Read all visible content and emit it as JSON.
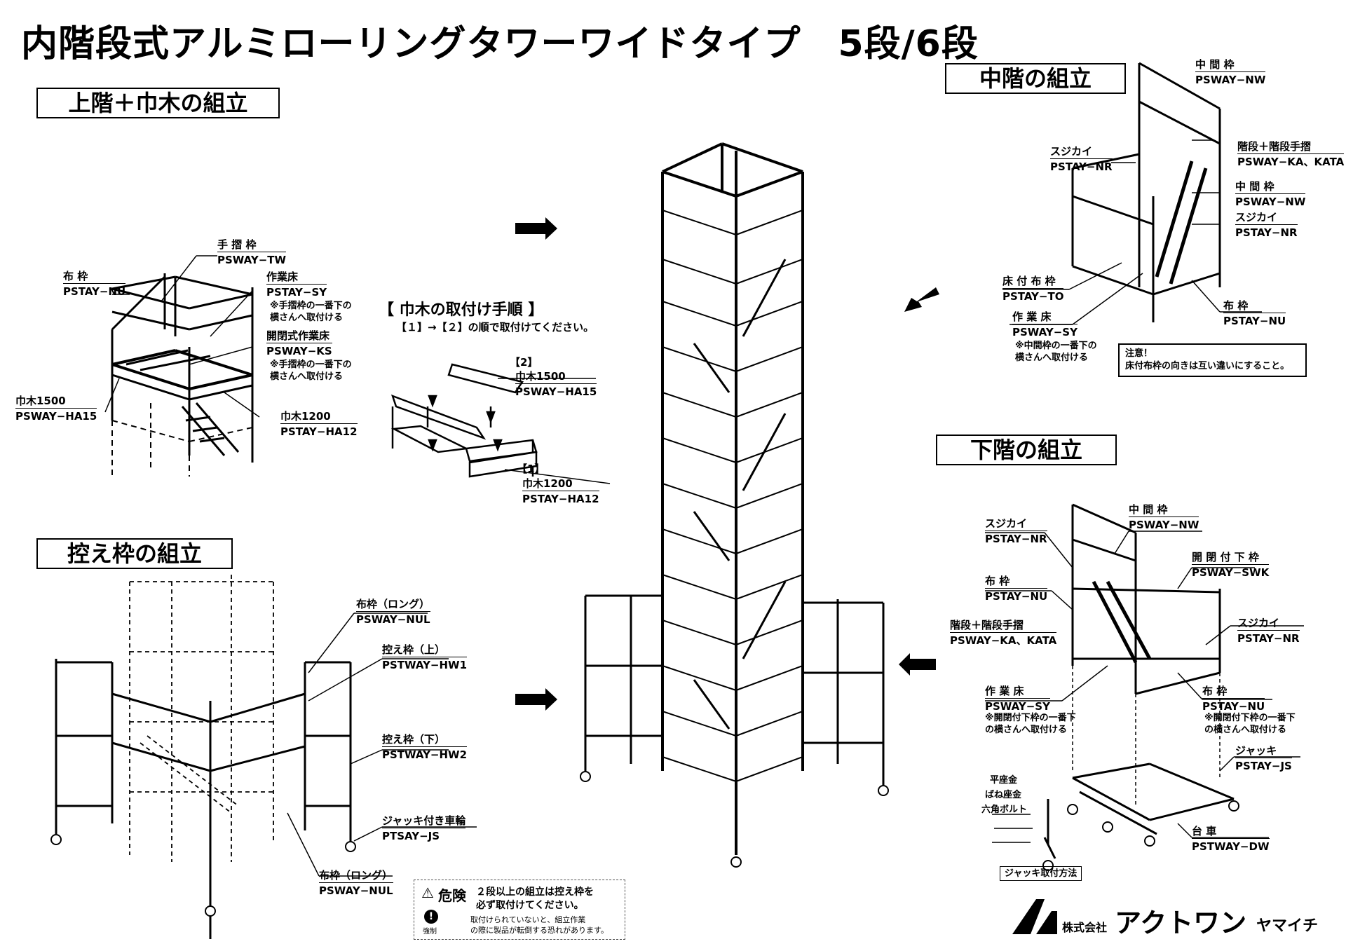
{
  "title": "内階段式アルミローリングタワーワイドタイプ　5段/6段",
  "sections": {
    "upper": "上階＋巾木の組立",
    "brace": "控え枠の組立",
    "middle": "中階の組立",
    "lower": "下階の組立"
  },
  "upper_labels": {
    "nuwaku": {
      "name": "布 枠",
      "code": "PSTAY−NU"
    },
    "tesuri": {
      "name": "手 摺 枠",
      "code": "PSWAY−TW"
    },
    "sagyou": {
      "name": "作業床",
      "code": "PSTAY−SY",
      "note1": "※手摺枠の一番下の",
      "note2": "横さんへ取付ける"
    },
    "kaihei": {
      "name": "開閉式作業床",
      "code": "PSWAY−KS",
      "note1": "※手摺枠の一番下の",
      "note2": "横さんへ取付ける"
    },
    "habaki1500": {
      "name": "巾木1500",
      "code": "PSWAY−HA15"
    },
    "habaki1200": {
      "name": "巾木1200",
      "code": "PSTAY−HA12"
    }
  },
  "procedure": {
    "title": "【 巾木の取付け手順 】",
    "subtitle": "【１】→【２】の順で取付けてください。",
    "step2": {
      "tag": "【2】",
      "name": "巾木1500",
      "code": "PSWAY−HA15"
    },
    "step1": {
      "tag": "【1】",
      "name": "巾木1200",
      "code": "PSTAY−HA12"
    }
  },
  "brace_labels": {
    "nulong_top": {
      "name": "布枠（ロング）",
      "code": "PSWAY−NUL"
    },
    "hw1": {
      "name": "控え枠（上）",
      "code": "PSTWAY−HW1"
    },
    "hw2": {
      "name": "控え枠（下）",
      "code": "PSTWAY−HW2"
    },
    "js": {
      "name": "ジャッキ付き車輪",
      "code": "PTSAY−JS"
    },
    "nulong_bottom": {
      "name": "布枠（ロング）",
      "code": "PSWAY−NUL"
    }
  },
  "middle_labels": {
    "nw_top": {
      "name": "中 間 枠",
      "code": "PSWAY−NW"
    },
    "kaidan": {
      "name": "階段＋階段手摺",
      "code": "PSWAY−KA、KATA"
    },
    "suji_left": {
      "name": "スジカイ",
      "code": "PSTAY−NR"
    },
    "nw_mid": {
      "name": "中 間 枠",
      "code": "PSWAY−NW"
    },
    "suji_right": {
      "name": "スジカイ",
      "code": "PSTAY−NR"
    },
    "yuka": {
      "name": "床 付 布 枠",
      "code": "PSTAY−TO"
    },
    "nu": {
      "name": "布 枠",
      "code": "PSTAY−NU"
    },
    "sagyou": {
      "name": "作 業 床",
      "code": "PSWAY−SY",
      "note1": "※中間枠の一番下の",
      "note2": "横さんへ取付ける"
    },
    "caution1": "注意！",
    "caution2": "床付布枠の向きは互い違いにすること。"
  },
  "lower_labels": {
    "suji_left": {
      "name": "スジカイ",
      "code": "PSTAY−NR"
    },
    "nw": {
      "name": "中 間 枠",
      "code": "PSWAY−NW"
    },
    "swk": {
      "name": "開 閉 付 下 枠",
      "code": "PSWAY−SWK"
    },
    "nu_left": {
      "name": "布 枠",
      "code": "PSTAY−NU"
    },
    "kaidan": {
      "name": "階段＋階段手摺",
      "code": "PSWAY−KA、KATA"
    },
    "suji_right": {
      "name": "スジカイ",
      "code": "PSTAY−NR"
    },
    "sagyou": {
      "name": "作 業 床",
      "code": "PSWAY−SY",
      "note1": "※開閉付下枠の一番下",
      "note2": "の横さんへ取付ける"
    },
    "nu_right": {
      "name": "布 枠",
      "code": "PSTAY−NU",
      "note1": "※開閉付下枠の一番下",
      "note2": "の横さんへ取付ける"
    },
    "jack": {
      "name": "ジャッキ",
      "code": "PSTAY−JS"
    },
    "hira": "平座金",
    "bane": "ばね座金",
    "bolt": "六角ボルト",
    "daisha": {
      "name": "台 車",
      "code": "PSTWAY−DW"
    },
    "jack_method": "ジャッキ取付方法"
  },
  "danger": {
    "label": "危険",
    "line1": "２段以上の組立は控え枠を",
    "line2": "必ず取付けてください。",
    "kyousei": "強制",
    "small1": "取付けられていないと、組立作業",
    "small2": "の際に製品が転倒する恐れがあります。"
  },
  "company": {
    "prefix": "株式会社",
    "name": "アクトワン",
    "suffix": "ヤマイチ"
  }
}
